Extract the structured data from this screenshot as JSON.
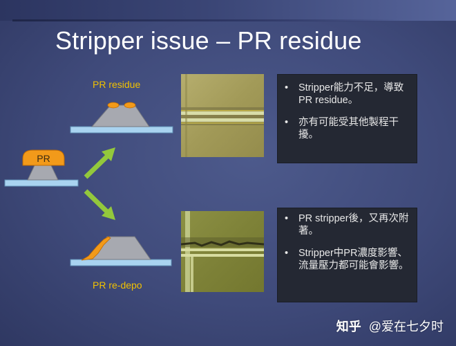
{
  "slide": {
    "title": "Stripper issue – PR residue"
  },
  "labels": {
    "pr": "PR",
    "pr_residue": "PR residue",
    "pr_redepo": "PR re-depo"
  },
  "notes_top": {
    "bullet": "•",
    "items": [
      "Stripper能力不足，導致PR residue。",
      "亦有可能受其他製程干擾。"
    ]
  },
  "notes_bottom": {
    "bullet": "•",
    "items": [
      "PR stripper後，又再次附著。",
      "Stripper中PR濃度影響、流量壓力都可能會影響。"
    ]
  },
  "watermark": {
    "logo": "知乎",
    "handle": "@爱在七夕时"
  },
  "colors": {
    "background": "#404b7b",
    "label_yellow": "#f2c200",
    "pr_orange": "#f29a1a",
    "substrate_blue": "#a9d3f0",
    "structure_gray": "#a7a9b0",
    "arrow_green": "#93c83c",
    "note_box": "#242833"
  }
}
